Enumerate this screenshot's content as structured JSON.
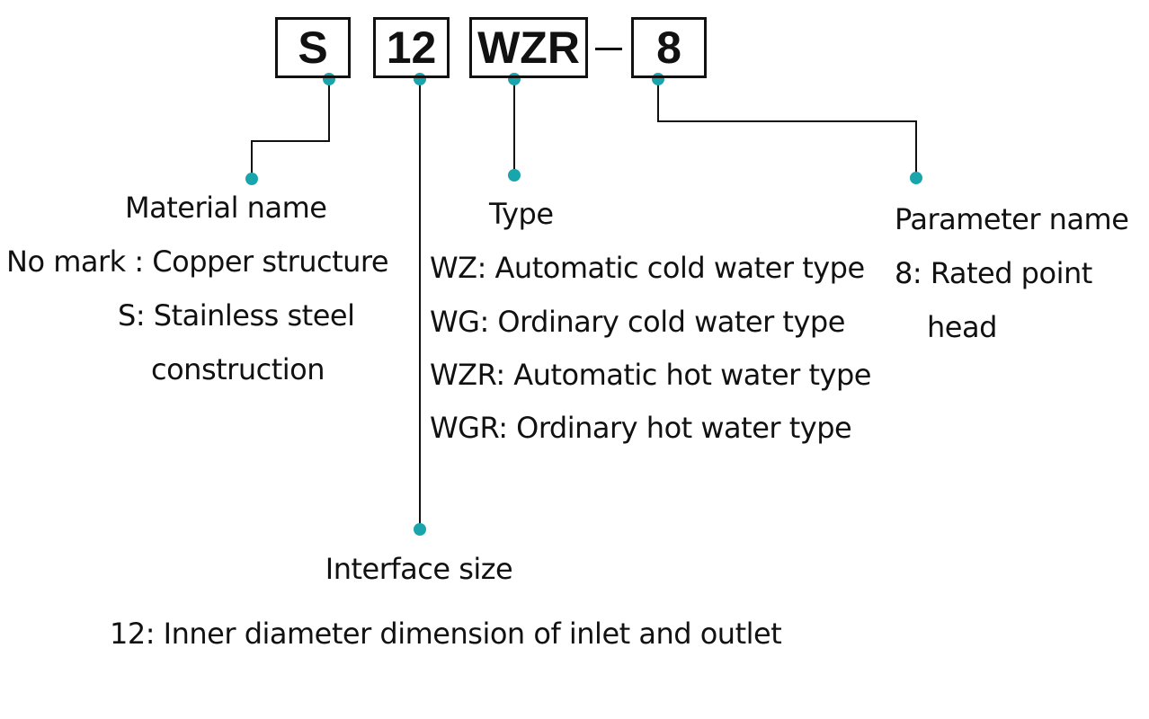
{
  "model_code": {
    "segments": [
      "S",
      "12",
      "WZR",
      "8"
    ],
    "separator": "–"
  },
  "dot_color": "#1aa5ad",
  "material": {
    "heading": "Material name",
    "lines": [
      "No mark : Copper structure",
      "S: Stainless steel",
      "construction"
    ]
  },
  "interface": {
    "heading": "Interface size",
    "lines": [
      "12: Inner diameter dimension of inlet and outlet"
    ]
  },
  "type": {
    "heading": "Type",
    "lines": [
      "WZ: Automatic cold water type",
      "WG: Ordinary cold water type",
      "WZR: Automatic hot water type",
      "WGR: Ordinary hot water type"
    ]
  },
  "parameter": {
    "heading": "Parameter name",
    "lines": [
      "8: Rated point",
      "head"
    ]
  }
}
